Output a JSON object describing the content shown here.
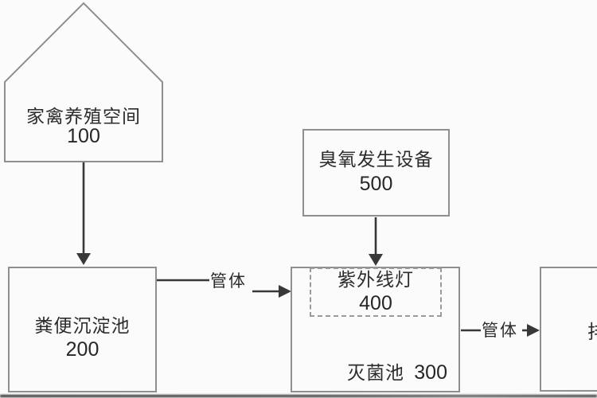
{
  "figure": {
    "type": "patent-system-diagram",
    "background_color": "#fbfbfb",
    "box_border_color": "#8f8f8f",
    "arrow_color": "#383838",
    "text_color": "#2c2c2c"
  },
  "nodes": {
    "poultry_space": {
      "label": "家禽养殖空间",
      "ref": "100",
      "shape": "house-pentagon"
    },
    "sedimentation_tank": {
      "label": "粪便沉淀池",
      "ref": "200",
      "shape": "rect"
    },
    "ozone_device": {
      "label": "臭氧发生设备",
      "ref": "500",
      "shape": "rect"
    },
    "uv_lamp": {
      "label": "紫外线灯",
      "ref": "400",
      "shape": "dashed-rect"
    },
    "sterilization_tank": {
      "label": "灭菌池",
      "ref": "300",
      "shape": "rect"
    },
    "discharge_box": {
      "label_partial": "排",
      "shape": "rect-clipped-right"
    }
  },
  "pipes": {
    "pipe1": {
      "label": "管体",
      "from": "sedimentation_tank",
      "to": "sterilization_tank"
    },
    "pipe2": {
      "label": "管体",
      "from": "sterilization_tank",
      "to": "discharge_box"
    }
  }
}
